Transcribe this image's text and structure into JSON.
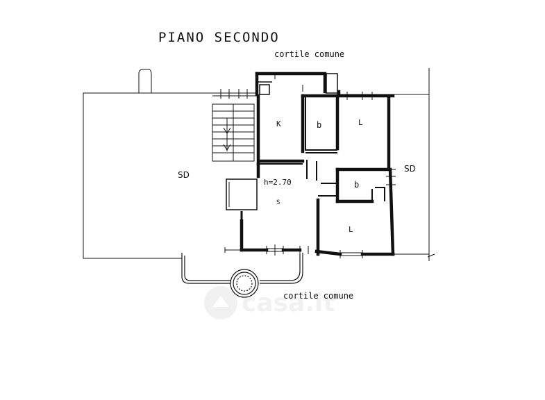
{
  "plan": {
    "title": "PIANO  SECONDO",
    "courtyard_top": "cortile comune",
    "courtyard_bottom": "cortile comune",
    "left_area": "SD",
    "right_area": "SD",
    "ceiling_height": "h=2.70",
    "rooms": {
      "kitchen": "K",
      "bath_top": "b",
      "bedroom_top": "L",
      "bath_mid": "b",
      "living": "S",
      "bedroom_bottom": "L"
    },
    "watermark": "casa.it"
  },
  "colors": {
    "ink": "#111111",
    "watermark": "#e6e6e6"
  }
}
